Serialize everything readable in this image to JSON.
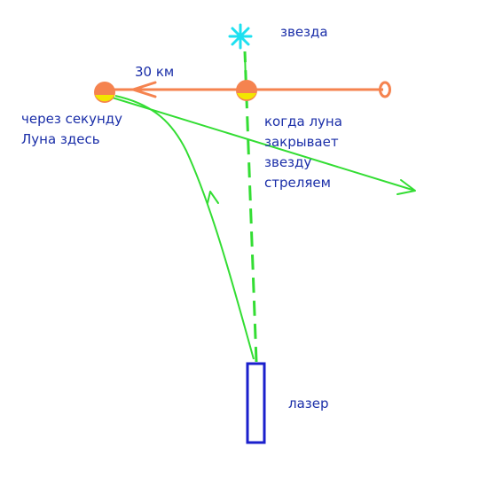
{
  "labels": {
    "star": "звезда",
    "distance": "30 км",
    "moon_here_line1": "через секунду",
    "moon_here_line2": "Луна здесь",
    "when_moon_line1": "когда луна",
    "when_moon_line2": "закрывает",
    "when_moon_line3": "звезду",
    "when_moon_line4": "стреляем",
    "laser": "лазер"
  },
  "colors": {
    "orbit": "#f5834f",
    "moon_fill": "#f5834f",
    "moon_highlight": "#f2e600",
    "star": "#1ee0f0",
    "laser_beam": "#33dd33",
    "laser_box": "#1a1fcc",
    "text": "#1a2ea8"
  },
  "icons": {
    "star": "star-icon",
    "moon_current": "moon-icon",
    "moon_future": "moon-future-icon",
    "orbit_start": "orbit-start-marker",
    "laser": "laser-device"
  }
}
